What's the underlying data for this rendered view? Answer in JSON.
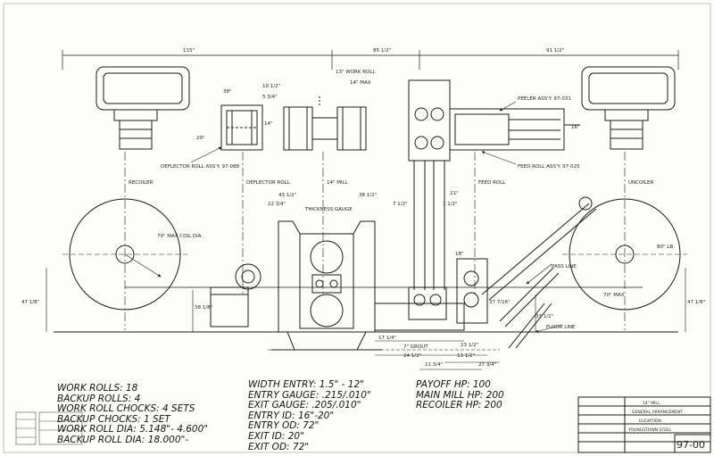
{
  "drawing": {
    "top_dimensions": {
      "left": "115\"",
      "center": "85 1/2\"",
      "right": "91 1/2\""
    },
    "dims": {
      "d38": "38\"",
      "d10_5": "10 1/2\"",
      "d5_75": "5 3/4\"",
      "d13wr": "13\" WORK ROLL",
      "d14max": "14\" MAX",
      "d14": "14\"",
      "d20": "20\"",
      "d16": "16\"",
      "d43_5": "43 1/2\"",
      "d38_5": "38 1/2\"",
      "d22_75": "22 3/4\"",
      "d21": "21\"",
      "d7_5": "7 1/2\"",
      "d1_5": "1 1/2\"",
      "d8lb": "80\" LB.",
      "d70max": "70\" MAX",
      "d47_left": "47 1/8\"",
      "d47_right": "47 1/8\"",
      "d38_left": "38 1/8\"",
      "d33": "33 1/2\"",
      "d37": "37 7/16\"",
      "d18": "18\"",
      "d7grout": "7\" GROUT",
      "d17": "17 1/4\"",
      "d24": "24 1/2\"",
      "d23": "23 1/2\"",
      "d13b": "13 1/2\"",
      "d11": "11 3/4\"",
      "d27": "27 3/4\"",
      "d70coil": "70\" MAX COIL DIA."
    },
    "labels": {
      "deflector_roll_top": "DEFLECTOR ROLL ASS'Y. 97-088",
      "peeler": "PEELER ASS'Y. 97-031",
      "feed_roll_top": "FEED ROLL ASS'Y. 97-025",
      "recoiler": "RECOILER",
      "deflector_roll": "DEFLECTOR ROLL",
      "mill": "14\" MILL",
      "feed_roll": "FEED ROLL",
      "uncoiler": "UNCOILER",
      "thickness_gauge": "THICKNESS GAUGE",
      "pass_line": "PASS LINE",
      "floor_line": "FLOOR LINE"
    }
  },
  "notes": {
    "col1": [
      "WORK ROLLS: 18",
      "BACKUP ROLLS: 4",
      "WORK ROLL CHOCKS: 4 SETS",
      "BACKUP CHOCKS: 1 SET",
      "WORK ROLL DIA: 5.148\"- 4.600\"",
      "BACKUP ROLL DIA: 18.000\"-"
    ],
    "col2": [
      "WIDTH ENTRY: 1.5\" - 12\"",
      "ENTRY GAUGE: .215/.010\"",
      "EXIT GAUGE: .205/.010\"",
      "ENTRY ID: 16\"-20\"",
      "ENTRY OD: 72\"",
      "EXIT ID: 20\"",
      "EXIT OD: 72\""
    ],
    "col3": [
      "PAYOFF HP: 100",
      "MAIN MILL HP: 200",
      "RECOILER HP: 200"
    ]
  },
  "title_block": {
    "title_line1": "14\" MILL",
    "title_line2": "GENERAL ARRANGEMENT",
    "title_line3": "ELEVATION",
    "company": "YOUNGSTOWN STEEL",
    "drawing_no": "97-00"
  }
}
